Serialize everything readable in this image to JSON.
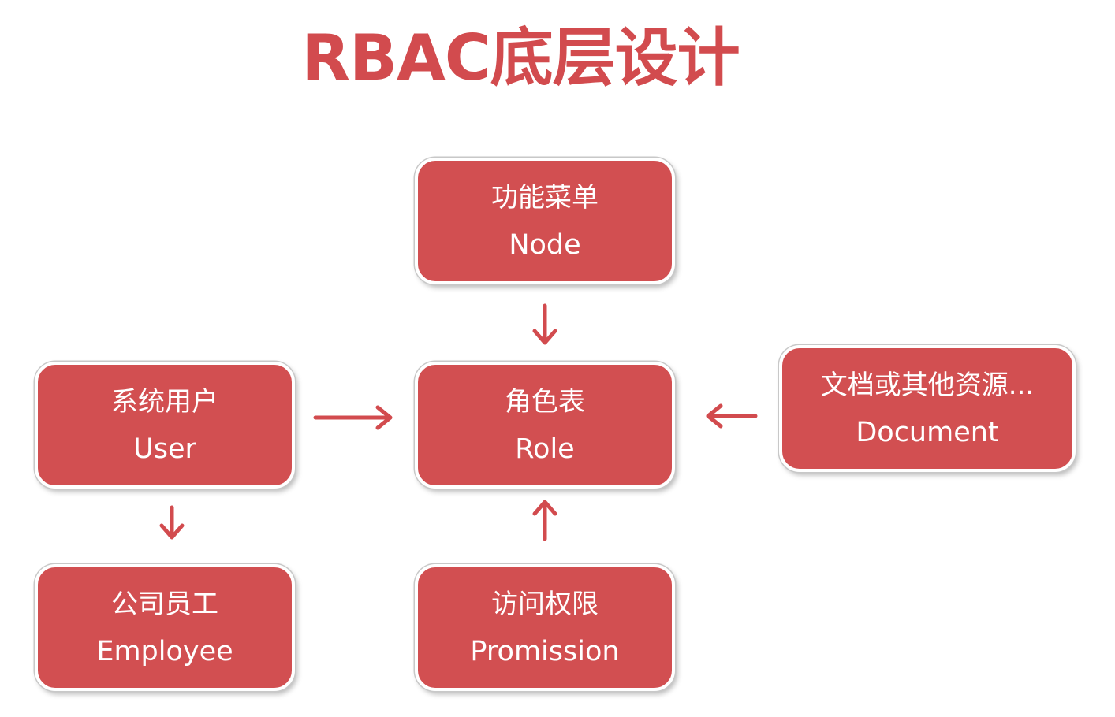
{
  "title": "RBAC底层设计",
  "colors": {
    "title": "#d24b4e",
    "box_fill": "#d24f51",
    "box_border": "#ffffff",
    "arrow": "#d24b4e",
    "text": "#ffffff"
  },
  "nodes": {
    "node": {
      "cn": "功能菜单",
      "en": "Node"
    },
    "role": {
      "cn": "角色表",
      "en": "Role"
    },
    "user": {
      "cn": "系统用户",
      "en": "User"
    },
    "document": {
      "cn": "文档或其他资源...",
      "en": "Document"
    },
    "employee": {
      "cn": "公司员工",
      "en": "Employee"
    },
    "permission": {
      "cn": "访问权限",
      "en": "Promission"
    }
  },
  "edges": [
    {
      "from": "node",
      "to": "role",
      "direction": "down"
    },
    {
      "from": "user",
      "to": "role",
      "direction": "right"
    },
    {
      "from": "document",
      "to": "role",
      "direction": "left"
    },
    {
      "from": "permission",
      "to": "role",
      "direction": "up"
    },
    {
      "from": "user",
      "to": "employee",
      "direction": "down"
    }
  ]
}
